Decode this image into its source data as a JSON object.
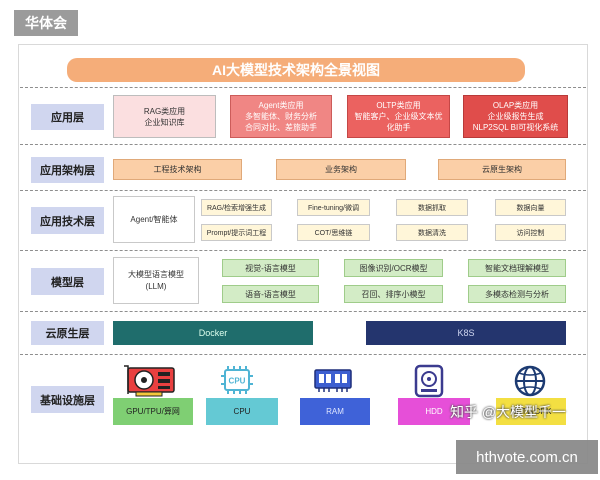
{
  "watermarks": {
    "top_left": "华体会",
    "bottom_right": "hthvote.com.cn",
    "zhihu": "知乎 @大模型千一"
  },
  "title": "AI大模型技术架构全景视图",
  "layers": {
    "application": {
      "label": "应用层",
      "boxes": [
        {
          "lines": [
            "RAG类应用",
            "企业知识库"
          ]
        },
        {
          "lines": [
            "Agent类应用",
            "多智能体、财务分析",
            "合同对比、差旅助手"
          ]
        },
        {
          "lines": [
            "OLTP类应用",
            "智能客户、企业级文本优",
            "化助手"
          ]
        },
        {
          "lines": [
            "OLAP类应用",
            "企业级报告生成",
            "NLP2SQL BI可视化系统"
          ]
        }
      ]
    },
    "app_architecture": {
      "label": "应用架构层",
      "boxes": [
        "工程技术架构",
        "业务架构",
        "云原生架构"
      ]
    },
    "app_technology": {
      "label": "应用技术层",
      "agent": "Agent/智能体",
      "grid": [
        "RAG/检索增强生成",
        "Fine-tuning/微调",
        "数据抓取",
        "数据向量",
        "Prompt/提示词工程",
        "COT/思维链",
        "数据清洗",
        "访问控制"
      ]
    },
    "model": {
      "label": "模型层",
      "llm_lines": [
        "大模型语言模型",
        "(LLM)"
      ],
      "boxes": [
        "视觉-语言模型",
        "图像识别/OCR模型",
        "智能文档理解模型",
        "语音-语言模型",
        "召回、排序小模型",
        "多模态检测与分析"
      ]
    },
    "cloud_native": {
      "label": "云原生层",
      "docker": "Docker",
      "k8s": "K8S"
    },
    "infrastructure": {
      "label": "基础设施层",
      "tiles": [
        "GPU/TPU/算网",
        "CPU",
        "RAM",
        "HDD",
        "NETWORK"
      ],
      "cpu_chip_text": "CPU"
    }
  },
  "colors": {
    "title": "#f5ad79",
    "label_bg": "#d0d6ef",
    "docker": "#1f6d6c",
    "k8s": "#24356e"
  }
}
